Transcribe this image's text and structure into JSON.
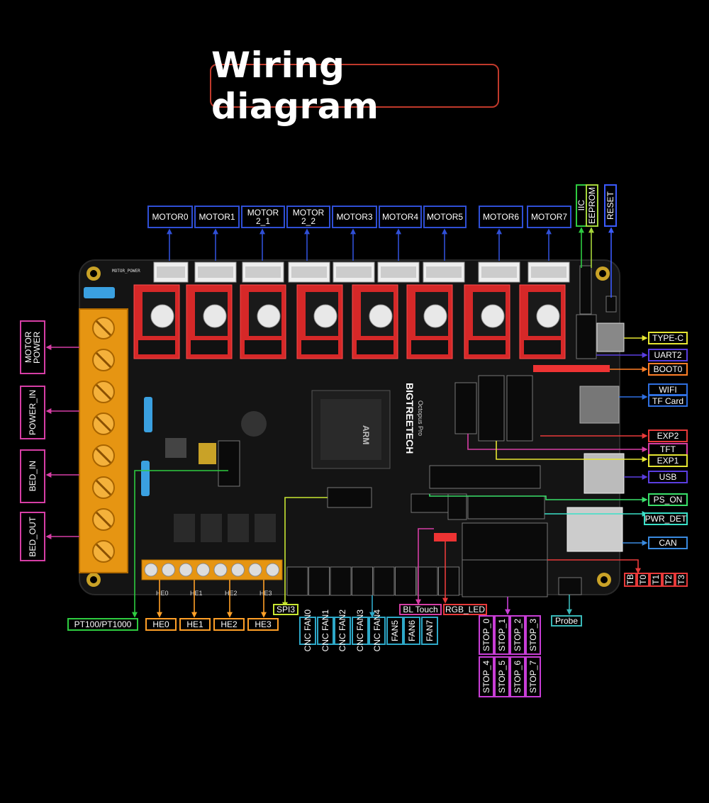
{
  "title": "Wiring diagram",
  "board": {
    "silkscreen_brand": "BIGTREETECH",
    "silkscreen_model": "Octopus Pro",
    "silkscreen_motor_power": "MOTOR_POWER",
    "mcu_brand": "ARM",
    "heater_marks": [
      "HE0",
      "HE1",
      "HE2",
      "HE3"
    ]
  },
  "labels": {
    "motor0": "MOTOR0",
    "motor1": "MOTOR1",
    "motor2_1_a": "MOTOR",
    "motor2_1_b": "2_1",
    "motor2_2_a": "MOTOR",
    "motor2_2_b": "2_2",
    "motor3": "MOTOR3",
    "motor4": "MOTOR4",
    "motor5": "MOTOR5",
    "motor6": "MOTOR6",
    "motor7": "MOTOR7",
    "iic": "IIC",
    "eeprom": "EEPROM",
    "reset": "RESET",
    "motor_power_a": "MOTOR",
    "motor_power_b": "POWER",
    "power_in": "POWER_IN",
    "bed_in": "BED_IN",
    "bed_out": "BED_OUT",
    "type_c": "TYPE-C",
    "uart2": "UART2",
    "boot0": "BOOT0",
    "wifi": "WIFI",
    "tf_card": "TF Card",
    "exp2": "EXP2",
    "tft": "TFT",
    "exp1": "EXP1",
    "usb": "USB",
    "ps_on": "PS_ON",
    "pwr_det": "PWR_DET",
    "can": "CAN",
    "pt100": "PT100/PT1000",
    "he0": "HE0",
    "he1": "HE1",
    "he2": "HE2",
    "he3": "HE3",
    "spi3": "SPI3",
    "bl_touch": "BL Touch",
    "rgb_led": "RGB_LED",
    "probe": "Probe",
    "fans": [
      "CNC FAN0",
      "CNC FAN1",
      "CNC FAN2",
      "CNC FAN3",
      "CNC FAN4",
      "FAN5",
      "FAN6",
      "FAN7"
    ],
    "stops_top": [
      "STOP_0",
      "STOP_1",
      "STOP_2",
      "STOP_3"
    ],
    "stops_bottom": [
      "STOP_4",
      "STOP_5",
      "STOP_6",
      "STOP_7"
    ],
    "thermistors": [
      "TB",
      "T0",
      "T1",
      "T2",
      "T3"
    ]
  },
  "colors": {
    "motor": "#2f4fd6",
    "iic": "#2ecc40",
    "eeprom": "#a5d63a",
    "reset": "#3b5bff",
    "power": "#d63ea5",
    "type_c": "#e6e632",
    "uart2": "#5a3ee0",
    "boot0": "#ff7f27",
    "wifi": "#2f6fe0",
    "exp2": "#e83a3a",
    "tft": "#d63ea5",
    "exp1": "#e6e632",
    "usb": "#5a3ee0",
    "ps_on": "#3ae06a",
    "pwr_det": "#3ae0c8",
    "can": "#3a8be0",
    "pt100": "#2ecc40",
    "heater": "#ff9f27",
    "spi3": "#c8e632",
    "fan": "#2ea8c8",
    "bl_touch": "#d63ea5",
    "rgb_led": "#e83a3a",
    "stop": "#c83ed6",
    "probe": "#3ab8b8",
    "therm": "#e83a3a",
    "title_border": "#c0392b"
  }
}
